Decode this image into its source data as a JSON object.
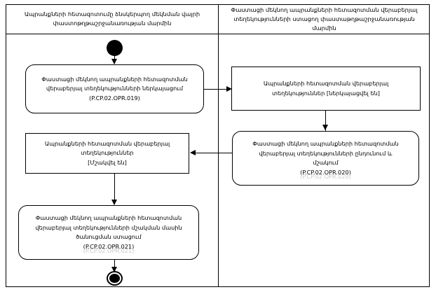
{
  "diagram": {
    "type": "uml-activity-diagram",
    "lanes": [
      {
        "id": "left",
        "title": "Ապրանքների հետազոտումը ձնսկերպող  մեկնման վայրի փաստոթղթաշրջանառության մարմին"
      },
      {
        "id": "right",
        "title": "Փաստացի մեկնող ապրանքների հետազոտման վերաբերյալ տեղեկությունների ստացող փաստաթղթաշրջանառության մարմին"
      }
    ],
    "nodes": {
      "start": {
        "kind": "initial-node",
        "label": ""
      },
      "action_019": {
        "kind": "action",
        "line1": "Փաստացի մեկնող ապրանքների հետազոտման",
        "line2": "վերաբերյալ տեղեկությունների ներկայացում",
        "code": "(P.CP.02.OPR.019)"
      },
      "object_presented": {
        "kind": "object",
        "line1": "Ապրանքների հետազոտման վերաբերյալ",
        "line2": "տեղեկություններ [ներկայացվել են]"
      },
      "action_020": {
        "kind": "action",
        "line1": "Փաստացի մեկնող ապրանքների հետազոտման",
        "line2": "վերաբերյալ տեղեկությունների ընդունում և",
        "line3": "մշակում",
        "code": "(P.CP.02.OPR.020)"
      },
      "object_processed": {
        "kind": "object",
        "line1": "Ապրանքների հետազոտման վերաբերյալ",
        "line2": "տեղեկություններ",
        "state": "[Մշակվել են]"
      },
      "action_021": {
        "kind": "action",
        "line1": "Փաստացի մեկնող ապրանքների հետազոտման",
        "line2": "վերաբերյալ տեղեկությունների մշակման մասին",
        "line3": "ծանուցման ստացում",
        "code": "(P.CP.02.OPR.021)"
      },
      "end": {
        "kind": "final-node",
        "label": ""
      }
    },
    "colors": {
      "stroke": "#000000",
      "fill": "#ffffff",
      "ghost_text": "#c9c9c9"
    }
  }
}
